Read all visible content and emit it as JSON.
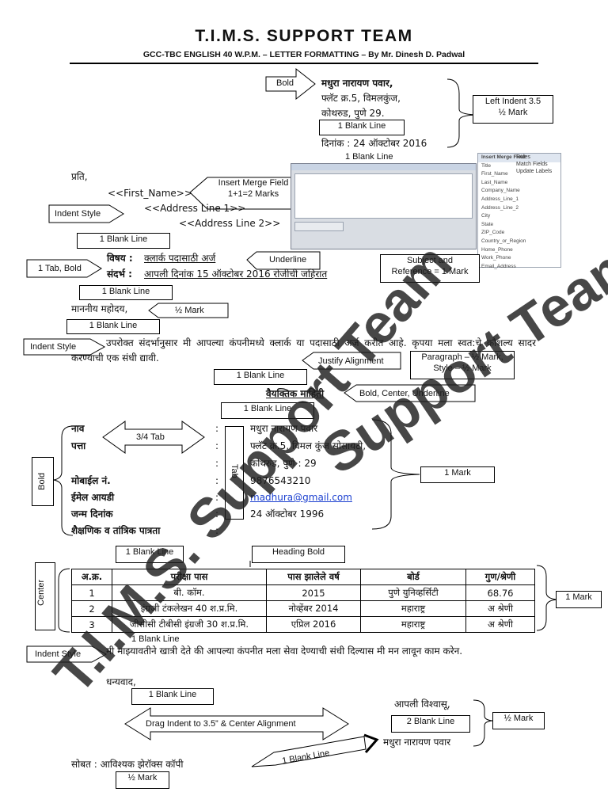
{
  "header": {
    "title": "T.I.M.S. SUPPORT TEAM",
    "subtitle": "GCC-TBC ENGLISH 40 W.P.M. – LETTER FORMATTING –  By Mr. Dinesh D. Padwal"
  },
  "sender": {
    "name": "मधुरा नारायण पवार,",
    "line1": "फ्लॅट क्र.5, विमलकुंज,",
    "line2": "कोथरुड, पुणे 29.",
    "date": "दिनांक : 24 ऑक्टोबर 2016"
  },
  "recipient": {
    "prati": "प्रति,",
    "first_name": "<<First_Name>>",
    "addr1": "<<Address Line 1>>",
    "addr2": "<<Address Line 2>>"
  },
  "subject": {
    "vishay_label": "विषय :",
    "vishay_text": "क्लार्क पदासाठी अर्ज",
    "sandarbh_label": "संदर्भ :",
    "sandarbh_text": "आपली दिनांक 15 ऑक्टोबर 2016 रोजीची जहिरात"
  },
  "salutation": "माननीय महोदय,",
  "body_para": "उपरोक्त संदर्भानुसार मी आपल्या कंपनीमध्ये क्लार्क या पदासाठी अर्ज करीत आहे. कृपया मला स्वत:चे कौशल्य सादर करण्याची एक संधी द्यावी.",
  "personal": {
    "heading": "वैयक्तिक माहिती",
    "rows": [
      {
        "label": "नाव",
        "colon": ":",
        "value": "मधुरा नारायण पवार"
      },
      {
        "label": "पत्ता",
        "colon": ":",
        "value": "फ्लॅट क्र.5, विमल कुंज सोसायटी,"
      },
      {
        "label": "",
        "colon": ":",
        "value": "कोथरुड, पुणे : 29"
      },
      {
        "label": "मोबाईल नं.",
        "colon": ":",
        "value": "9876543210"
      },
      {
        "label": "ईमेल आयडी",
        "colon": ":",
        "value": "madhura@gmail.com"
      },
      {
        "label": "जन्म दिनांक",
        "colon": ":",
        "value": "24 ऑक्टोबर 1996"
      },
      {
        "label": "शैक्षणिक व तांत्रिक पात्रता",
        "colon": ":",
        "value": ""
      }
    ]
  },
  "table": {
    "headers": [
      "अ.क्र.",
      "परीक्षा पास",
      "पास झालेले वर्ष",
      "बोर्ड",
      "गुण/श्रेणी"
    ],
    "rows": [
      [
        "1",
        "बी. कॉम.",
        "2015",
        "पुणे युनिव्हर्सिटी",
        "68.76"
      ],
      [
        "2",
        "इंग्रजी टंकलेखन 40 श.प्र.मि.",
        "नोव्हेंबर 2014",
        "महाराष्ट्र",
        "अ श्रेणी"
      ],
      [
        "3",
        "जीसीसी टीबीसी इंग्रजी 30 श.प्र.मि.",
        "एप्रिल 2016",
        "महाराष्ट्र",
        "अ श्रेणी"
      ]
    ]
  },
  "closing_para": "मी माझ्यावतीने खात्री देते की आपल्या कंपनीत मला सेवा देण्याची संधी दिल्यास मी मन लावून काम करेन.",
  "dhanyavad": "धन्यवाद,",
  "signature": {
    "vishwasu": "आपली विश्वासू,",
    "name": "मधुरा नारायण पवार"
  },
  "enclosure": "सोबत : आविश्यक झेरॉक्स कॉपी",
  "annotations": {
    "bold": "Bold",
    "left_indent": "Left Indent 3.5\n½ Mark",
    "blank_line": "1 Blank Line",
    "insert_merge": "Insert Merge Field\n1+1=2 Marks",
    "indent_style": "Indent Style",
    "tab_bold": "1 Tab, Bold",
    "underline": "Underline",
    "subject_ref": "Subject and\nReference = 1 Mark",
    "half_mark": "½ Mark",
    "justify": "Justify Alignment",
    "paragraph": "Paragraph – ½ Mark,\nStyle – ½ Mark",
    "bold_center_underline": "Bold, Center, Underline",
    "three_quarter_tab": "3/4 Tab",
    "tab_vertical": "Tab",
    "one_mark": "1 Mark",
    "heading_bold": "Heading Bold",
    "center": "Center",
    "two_blank": "2 Blank Line",
    "drag_indent": "Drag Indent to 3.5” & Center Alignment"
  },
  "mailmerge": {
    "button": "Insert Merge Field",
    "rules": "Rules",
    "match_fields": "Match Fields",
    "update_labels": "Update Labels",
    "fields": [
      "Title",
      "First_Name",
      "Last_Name",
      "Company_Name",
      "Address_Line_1",
      "Address_Line_2",
      "City",
      "State",
      "ZIP_Code",
      "Country_or_Region",
      "Home_Phone",
      "Work_Phone",
      "Email_Address"
    ]
  },
  "watermarks": [
    "T.I.M.S. Support Team",
    "Support Team"
  ]
}
